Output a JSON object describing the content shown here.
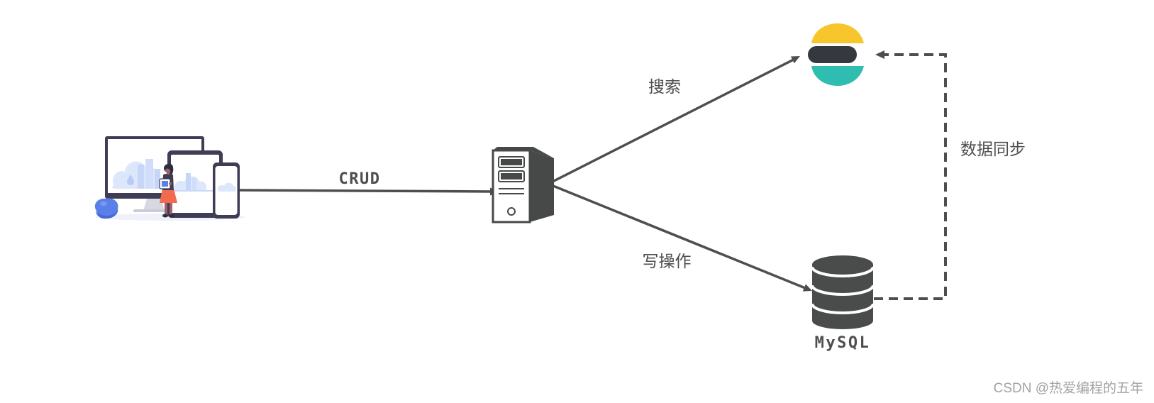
{
  "diagram": {
    "client": {
      "icon": "devices-illustration"
    },
    "server": {
      "icon": "server-tower-icon"
    },
    "search_engine": {
      "icon": "elasticsearch-logo"
    },
    "database": {
      "icon": "database-cylinder-icon",
      "label": "MySQL"
    },
    "edges": {
      "crud": {
        "label": "CRUD"
      },
      "search": {
        "label": "搜索"
      },
      "write": {
        "label": "写操作"
      },
      "sync": {
        "label": "数据同步"
      }
    }
  },
  "watermark": {
    "text": "CSDN @热爱编程的五年"
  },
  "colors": {
    "line": "#4b504e",
    "es_yellow": "#f6c62c",
    "es_dark": "#35383f",
    "es_teal": "#2ebdb0",
    "database": "#4a4b4b",
    "label": "#4e4e4e",
    "watermark": "#a3a3a3",
    "device_frame": "#3f3d56",
    "device_accent": "#5b7fe9"
  }
}
